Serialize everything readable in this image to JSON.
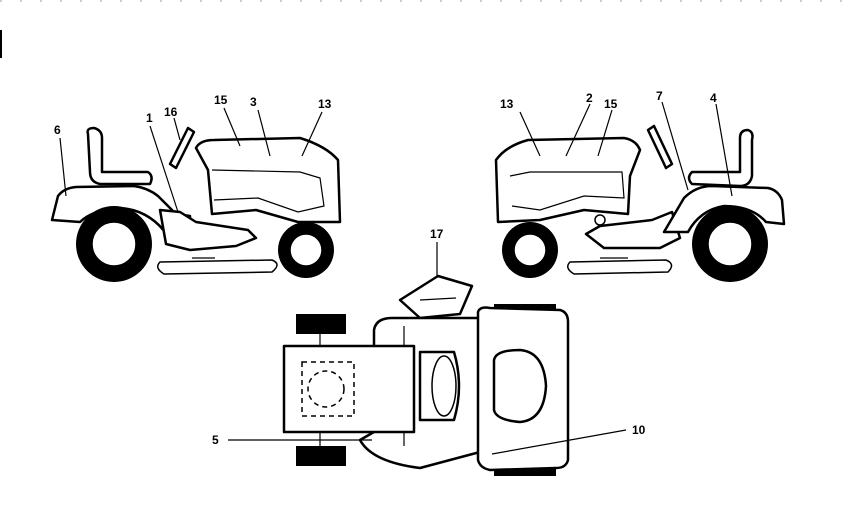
{
  "callouts": {
    "c1": "1",
    "c2": "2",
    "c3": "3",
    "c4": "4",
    "c5": "5",
    "c6": "6",
    "c7": "7",
    "c10": "10",
    "c13a": "13",
    "c13b": "13",
    "c15a": "15",
    "c15b": "15",
    "c16": "16",
    "c17": "17"
  },
  "views": [
    "left-side-view",
    "right-side-view",
    "top-view"
  ]
}
